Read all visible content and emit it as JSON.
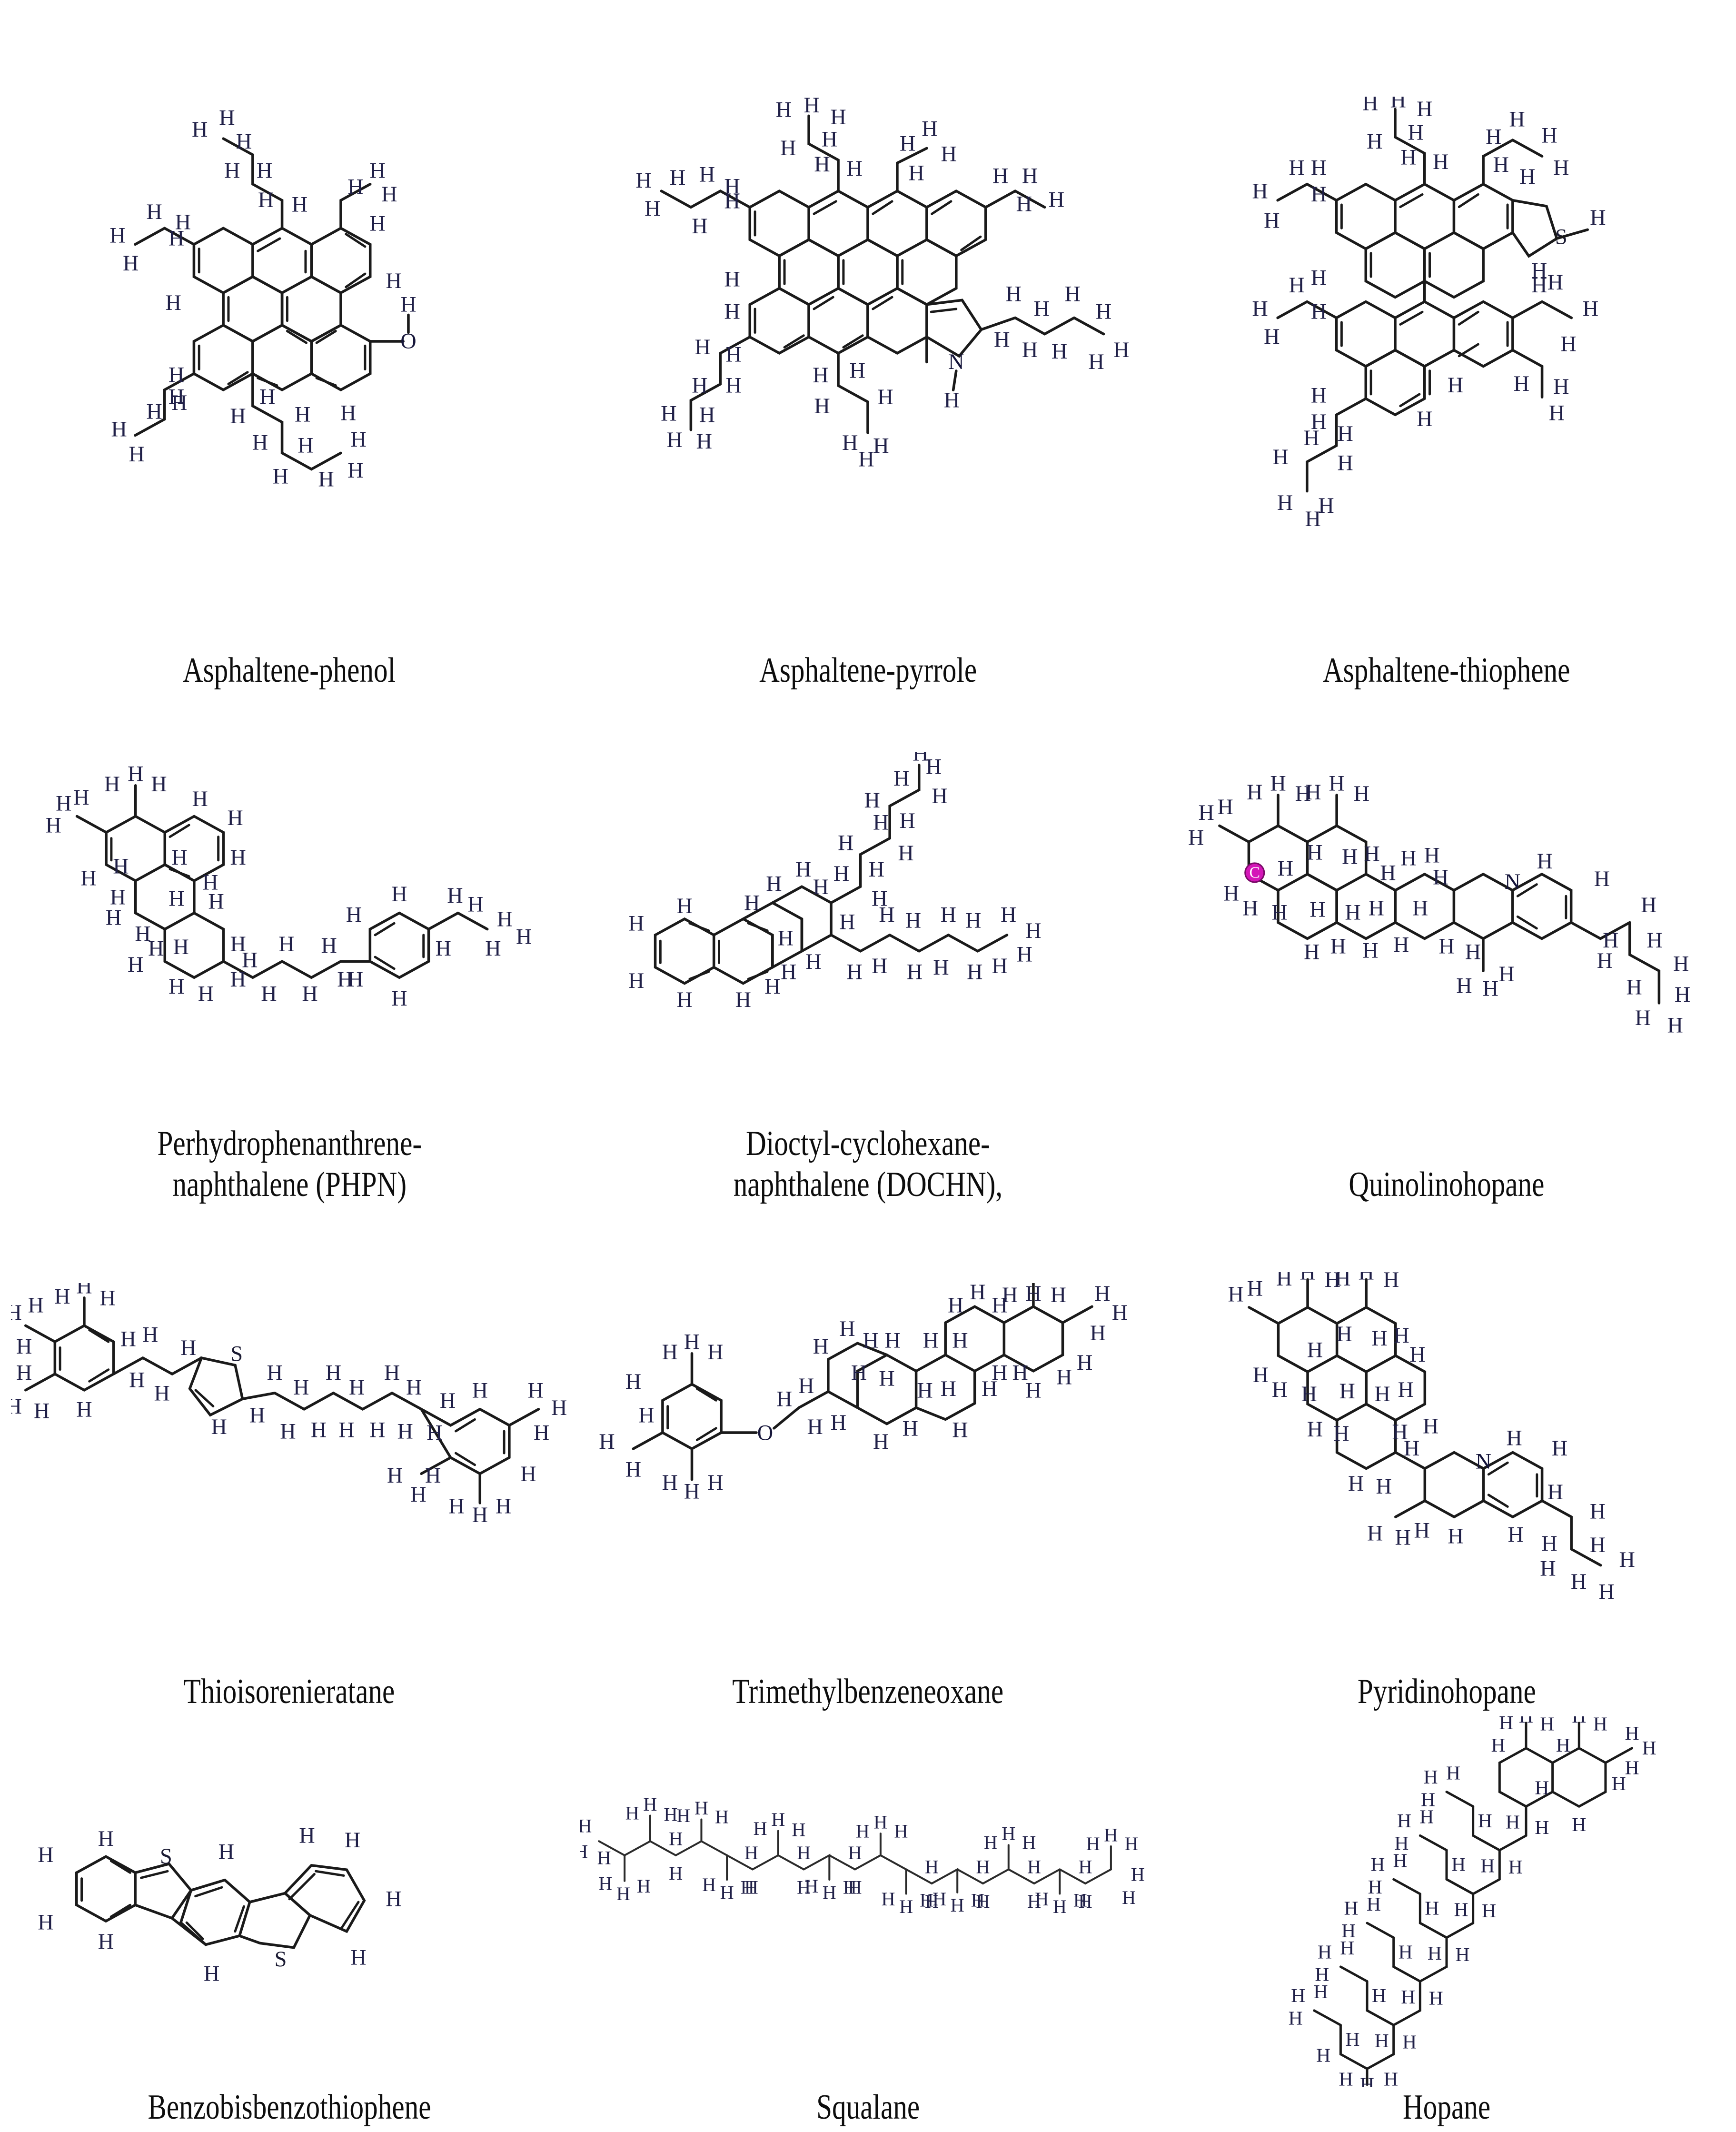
{
  "figure": {
    "type": "chemical-structure-grid",
    "columns": 3,
    "rows": 4,
    "background_color": "#ffffff",
    "bond_color": "#1a1a1a",
    "atom_label_color": "#1d1d3a",
    "highlight_color": "#d417b8",
    "caption_color": "#0d0d0d"
  },
  "molecules": [
    {
      "id": "asphaltene-phenol",
      "caption": "Asphaltene-phenol",
      "row": 1,
      "column": 1,
      "heteroatoms": [
        "O",
        "H"
      ],
      "core": "polycyclic aromatic (7 fused rings)",
      "substituents": [
        "ethyl",
        "propyl",
        "butyl",
        "methyl",
        "hydroxyl"
      ],
      "explicit_hydrogens": true
    },
    {
      "id": "asphaltene-pyrrole",
      "caption": "Asphaltene-pyrrole",
      "row": 1,
      "column": 2,
      "heteroatoms": [
        "N",
        "H"
      ],
      "core": "polycyclic aromatic with fused pyrrole",
      "substituents": [
        "ethyl",
        "propyl",
        "pentyl",
        "methyl"
      ],
      "explicit_hydrogens": true
    },
    {
      "id": "asphaltene-thiophene",
      "caption": "Asphaltene-thiophene",
      "row": 1,
      "column": 3,
      "heteroatoms": [
        "S"
      ],
      "core": "polycyclic aromatic with fused thiophene",
      "substituents": [
        "ethyl",
        "propyl",
        "butyl",
        "methyl"
      ],
      "explicit_hydrogens": true
    },
    {
      "id": "phpn",
      "caption": "Perhydrophenanthrene-\nnaphthalene (PHPN)",
      "caption_lines": [
        "Perhydrophenanthrene-",
        "naphthalene (PHPN)"
      ],
      "abbreviation": "PHPN",
      "row": 2,
      "column": 1,
      "heteroatoms": [],
      "core": "naphthalene linked to perhydrophenanthrene",
      "substituents": [
        "methyl",
        "ethyl",
        "alkyl bridge"
      ],
      "explicit_hydrogens": true
    },
    {
      "id": "dochn",
      "caption": "Dioctyl-cyclohexane-\nnaphthalene (DOCHN),",
      "caption_lines": [
        "Dioctyl-cyclohexane-",
        "naphthalene (DOCHN),"
      ],
      "abbreviation": "DOCHN",
      "row": 2,
      "column": 2,
      "heteroatoms": [],
      "core": "naphthalene fused to cyclohexane",
      "substituents": [
        "octyl",
        "octyl"
      ],
      "explicit_hydrogens": true
    },
    {
      "id": "quinolinohopane",
      "caption": "Quinolinohopane",
      "row": 2,
      "column": 3,
      "heteroatoms": [
        "N"
      ],
      "core": "hopane skeleton fused to quinoline",
      "substituents": [
        "methyl",
        "butyl"
      ],
      "highlighted_atom": true,
      "explicit_hydrogens": true
    },
    {
      "id": "thioisorenieratane",
      "caption": "Thioisorenieratane",
      "row": 3,
      "column": 1,
      "heteroatoms": [
        "S"
      ],
      "core": "thiophene linking two trimethylphenyl groups",
      "substituents": [
        "trimethylphenyl",
        "methylated alkyl chain"
      ],
      "explicit_hydrogens": true
    },
    {
      "id": "trimethylbenzeneoxane",
      "caption": "Trimethylbenzeneoxane",
      "row": 3,
      "column": 2,
      "heteroatoms": [
        "O"
      ],
      "core": "trimethylbenzene ether-linked to polycyclic cage",
      "substituents": [
        "methyl",
        "methyl",
        "methyl"
      ],
      "explicit_hydrogens": true
    },
    {
      "id": "pyridinohopane",
      "caption": "Pyridinohopane",
      "row": 3,
      "column": 3,
      "heteroatoms": [
        "N"
      ],
      "core": "hopane skeleton fused to pyridine",
      "substituents": [
        "methyl",
        "propyl"
      ],
      "explicit_hydrogens": true
    },
    {
      "id": "benzobisbenzothiophene",
      "caption": "Benzobisbenzothiophene",
      "row": 4,
      "column": 1,
      "heteroatoms": [
        "S",
        "S"
      ],
      "core": "five fused rings, two thiophene",
      "substituents": [],
      "explicit_hydrogens": true
    },
    {
      "id": "squalane",
      "caption": "Squalane",
      "row": 4,
      "column": 2,
      "heteroatoms": [],
      "core": "branched saturated C30 isoprenoid chain",
      "substituents": [
        "methyl x6"
      ],
      "explicit_hydrogens": true
    },
    {
      "id": "hopane",
      "caption": "Hopane",
      "row": 4,
      "column": 3,
      "heteroatoms": [],
      "core": "pentacyclic triterpane skeleton",
      "substituents": [
        "methyl x6",
        "isopropyl"
      ],
      "explicit_hydrogens": true
    }
  ]
}
